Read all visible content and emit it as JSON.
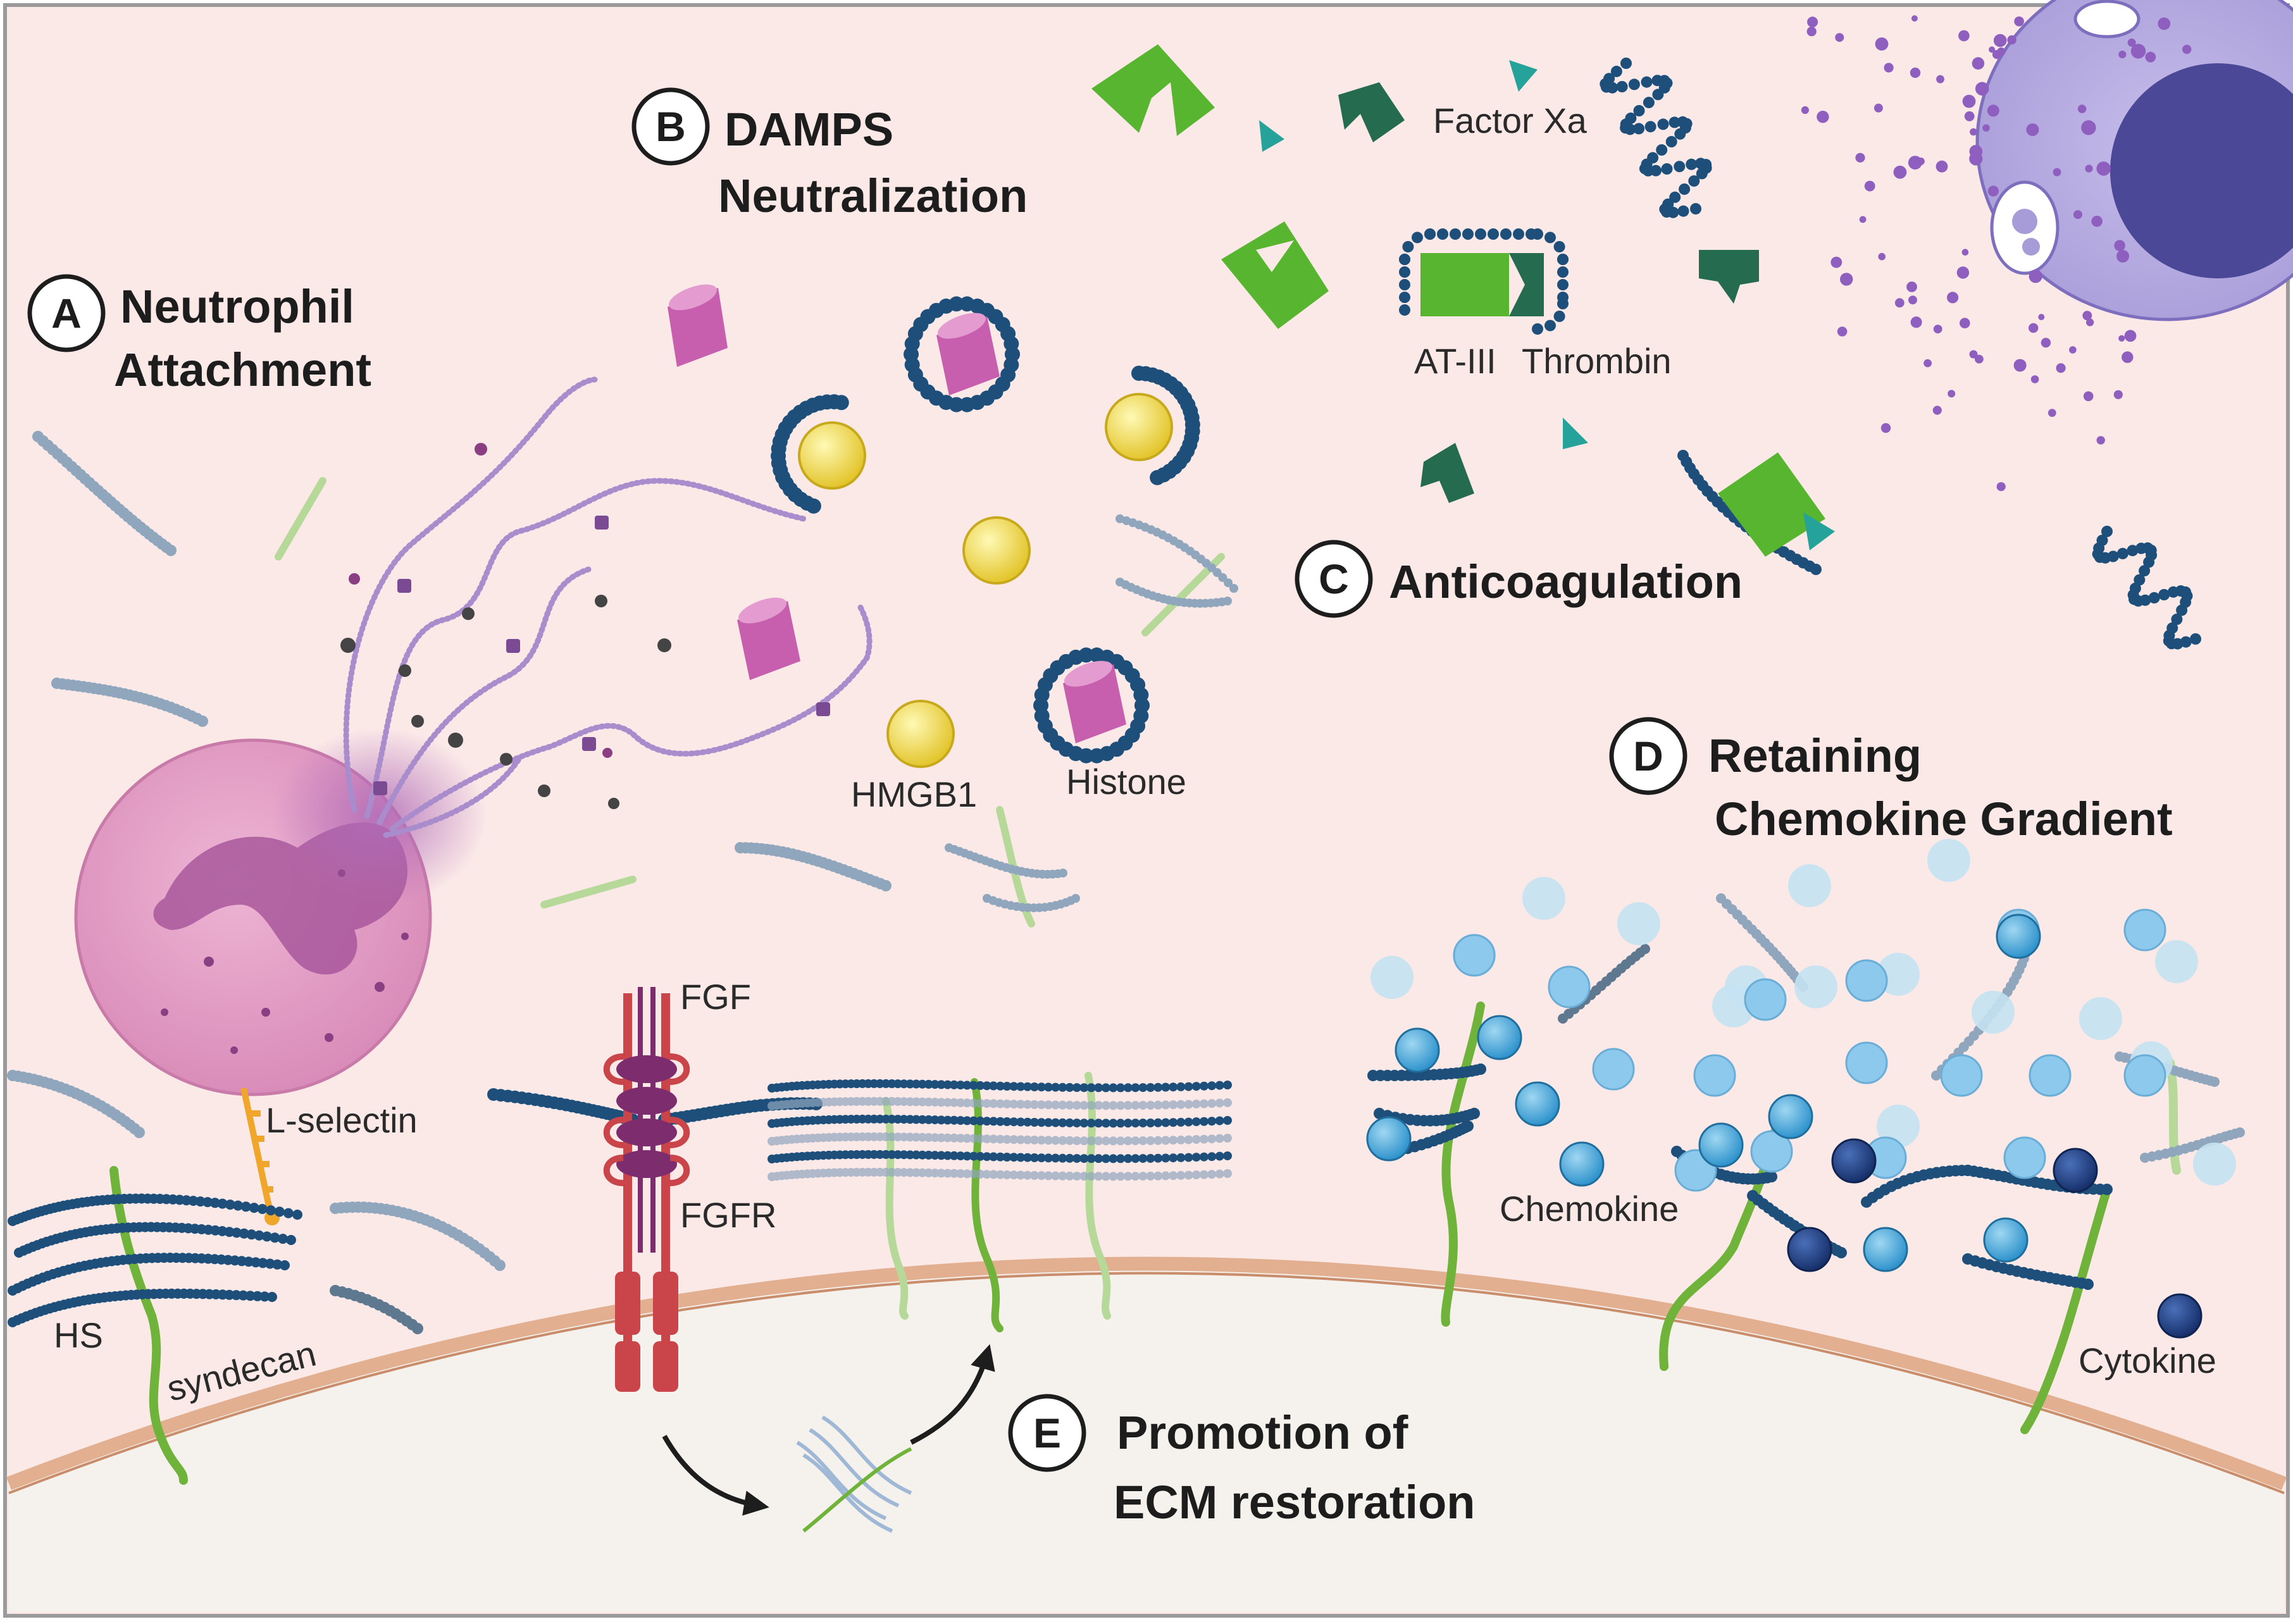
{
  "sections": {
    "a": {
      "letter": "A",
      "title_line1": "Neutrophil",
      "title_line2": "Attachment"
    },
    "b": {
      "letter": "B",
      "title_line1": "DAMPS",
      "title_line2": "Neutralization"
    },
    "c": {
      "letter": "C",
      "title_line1": "Anticoagulation"
    },
    "d": {
      "letter": "D",
      "title_line1": "Retaining",
      "title_line2": "Chemokine Gradient"
    },
    "e": {
      "letter": "E",
      "title_line1": "Promotion of",
      "title_line2": "ECM restoration"
    }
  },
  "labels": {
    "l_selectin": "L-selectin",
    "hs": "HS",
    "syndecan": "syndecan",
    "fgf": "FGF",
    "fgfr": "FGFR",
    "hmgb1": "HMGB1",
    "histone": "Histone",
    "factor_xa": "Factor Xa",
    "at_iii": "AT-III",
    "thrombin": "Thrombin",
    "chemokine": "Chemokine",
    "cytokine": "Cytokine"
  },
  "colors": {
    "background": "#fbe9e8",
    "cell_membrane": "#e6b89a",
    "cytoplasm": "#f5f1ec",
    "neutrophil": "#e6a3c8",
    "neutrophil_nucleus": "#a8579b",
    "net_strand": "#a98ccc",
    "heparan_sulfate": "#1e4f7a",
    "heparan_sulfate_faded": "#8fa6bd",
    "syndecan": "#6fb33b",
    "syndecan_faded": "#b6d99a",
    "l_selectin": "#f0a62a",
    "fgf_receptor": "#c9454a",
    "fgf": "#7d2c6d",
    "hmgb1": "#f1dc4c",
    "histone": "#c85fae",
    "at_iii": "#58b52f",
    "thrombin": "#246b4f",
    "factor_xa": "#25a39a",
    "mast_cell": "#b5a9e0",
    "mast_cell_nucleus": "#4b4898",
    "granule": "#8f5fc0",
    "chemokine": "#4aa9d8",
    "chemokine_faded": "#c4e2f2",
    "cytokine": "#1f3e80"
  }
}
